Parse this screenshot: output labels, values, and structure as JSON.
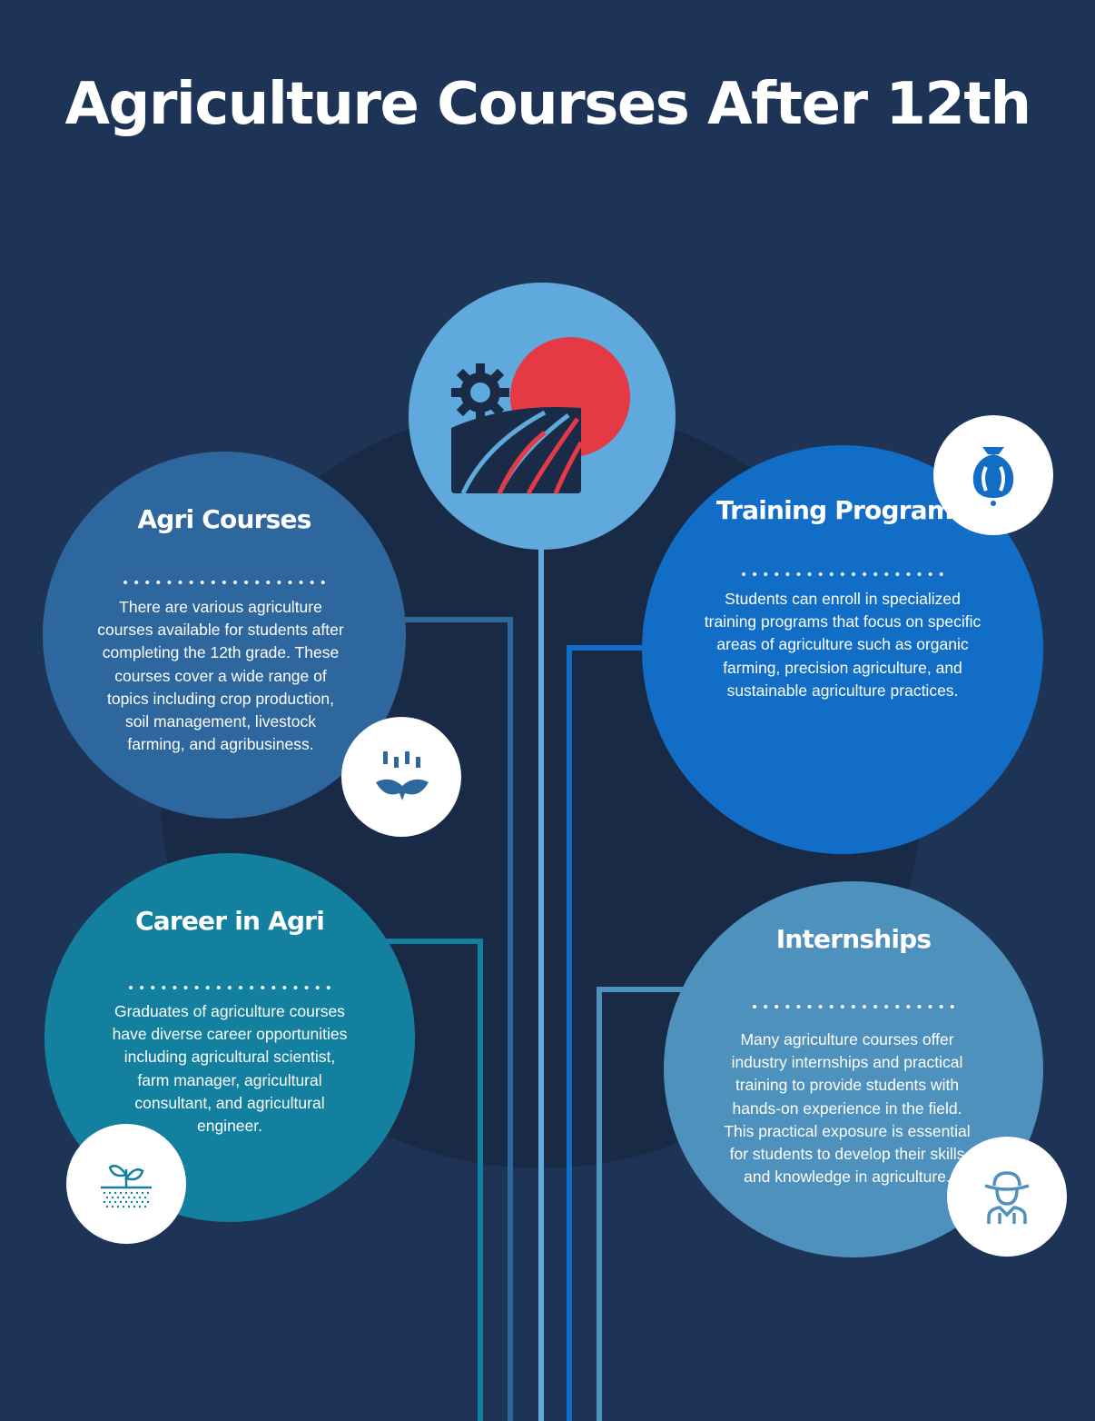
{
  "title": "Agriculture Courses After 12th",
  "colors": {
    "background": "#1e3457",
    "backdrop": "#192a46",
    "hub": "#5fa9dc",
    "accent_red": "#e63946",
    "agri_courses": "#2e679e",
    "training_programs": "#116dc6",
    "career_in_agri": "#14809f",
    "internships": "#4f91bd"
  },
  "hub": {
    "icon": "farm-field-sun-icon"
  },
  "sections": {
    "agri_courses": {
      "heading": "Agri Courses",
      "lines": [
        "There are various agriculture",
        "courses available for students after",
        "completing the 12th grade. These",
        "courses cover a wide range of",
        "topics including crop production,",
        "soil management, livestock",
        "farming, and agribusiness."
      ],
      "icon": "seedling-rain-icon"
    },
    "training_programs": {
      "heading": "Training Programs",
      "lines": [
        "Students can enroll in specialized",
        "training programs that focus on specific",
        "areas of agriculture such as organic",
        "farming, precision agriculture, and",
        "sustainable agriculture practices."
      ],
      "icon": "seed-pod-icon"
    },
    "career_in_agri": {
      "heading": "Career in Agri",
      "lines": [
        "Graduates of agriculture courses",
        "have diverse career opportunities",
        "including agricultural scientist,",
        "farm manager, agricultural",
        "consultant, and agricultural",
        "engineer."
      ],
      "icon": "sprout-soil-icon"
    },
    "internships": {
      "heading": "Internships",
      "lines": [
        "Many agriculture courses offer",
        "industry internships and practical",
        "training to provide students with",
        "hands-on experience in the field.",
        "This practical exposure is essential",
        "for students to develop their skills",
        "and knowledge in agriculture."
      ],
      "icon": "farmer-icon"
    }
  }
}
